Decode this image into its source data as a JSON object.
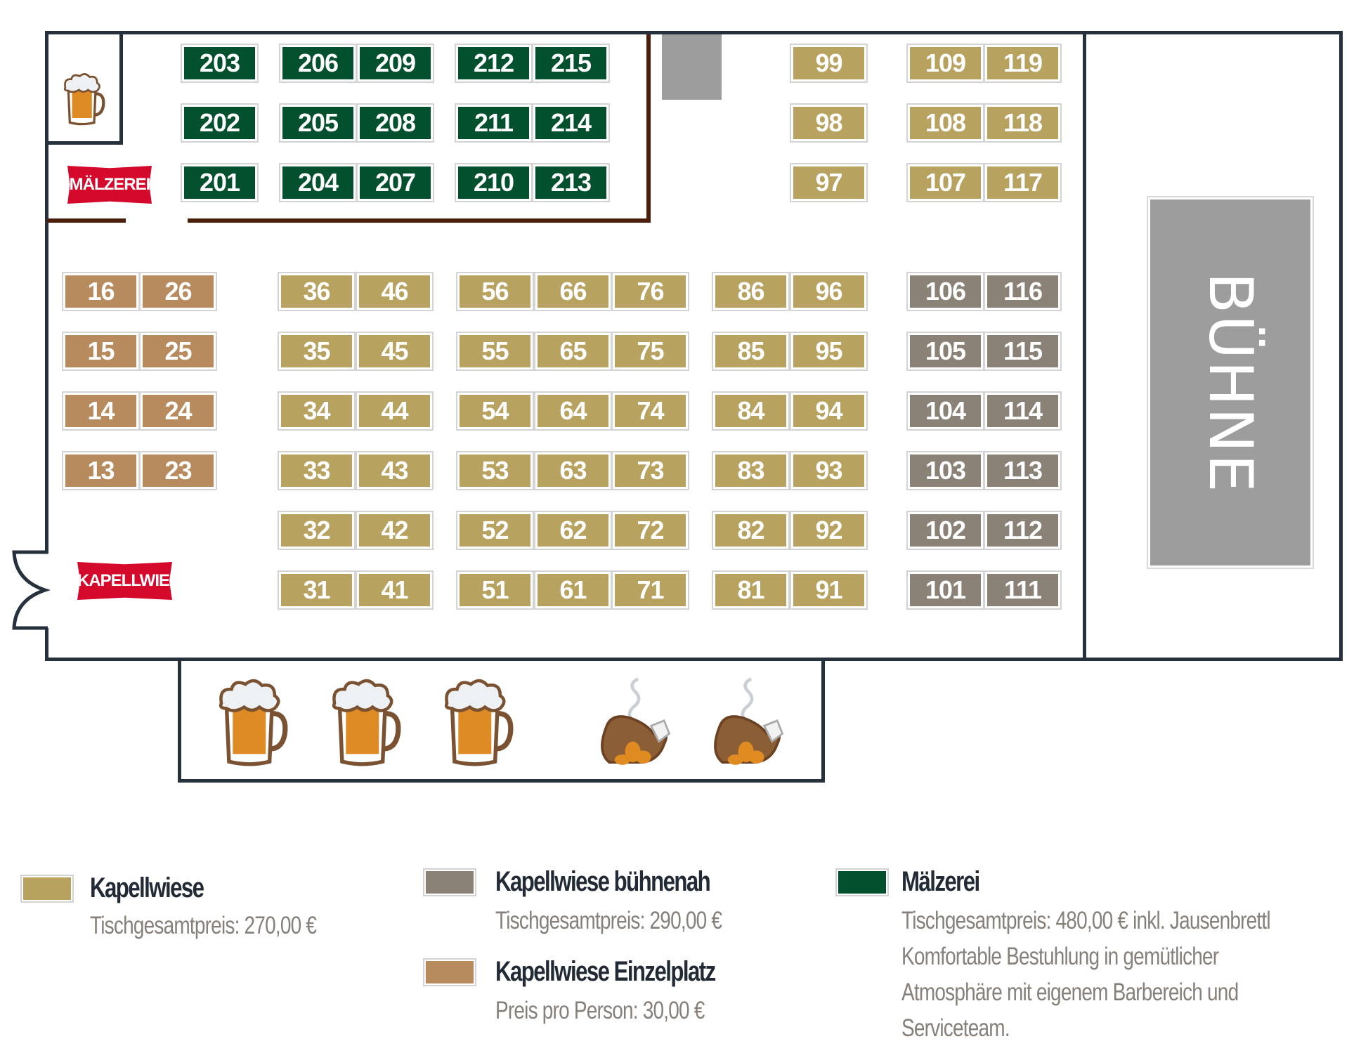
{
  "colors": {
    "kapellwiese": "#b8a25f",
    "kapellwiese_buehnenah": "#8a8177",
    "kapellwiese_einzelplatz": "#b78b5e",
    "maelzerei": "#03502f",
    "sign_red": "#d4092b",
    "stage_gray": "#9d9d9d",
    "wall": "#26313c",
    "maelzerei_wall": "#4a1e0a"
  },
  "areas": {
    "maelzerei_sign": "MÄLZEREI",
    "kapellwiese_sign": "KAPELLWIESE",
    "stage_label": "BÜHNE"
  },
  "tables": {
    "maelzerei": [
      {
        "id": "203"
      },
      {
        "id": "206"
      },
      {
        "id": "209"
      },
      {
        "id": "212"
      },
      {
        "id": "215"
      },
      {
        "id": "202"
      },
      {
        "id": "205"
      },
      {
        "id": "208"
      },
      {
        "id": "211"
      },
      {
        "id": "214"
      },
      {
        "id": "201"
      },
      {
        "id": "204"
      },
      {
        "id": "207"
      },
      {
        "id": "210"
      },
      {
        "id": "213"
      }
    ],
    "kapellwiese_top": [
      {
        "id": "99"
      },
      {
        "id": "109"
      },
      {
        "id": "119"
      },
      {
        "id": "98"
      },
      {
        "id": "108"
      },
      {
        "id": "118"
      },
      {
        "id": "97"
      },
      {
        "id": "107"
      },
      {
        "id": "117"
      }
    ],
    "einzelplatz": [
      {
        "id": "16"
      },
      {
        "id": "26"
      },
      {
        "id": "15"
      },
      {
        "id": "25"
      },
      {
        "id": "14"
      },
      {
        "id": "24"
      },
      {
        "id": "13"
      },
      {
        "id": "23"
      }
    ],
    "kapellwiese_main": [
      {
        "id": "36"
      },
      {
        "id": "46"
      },
      {
        "id": "56"
      },
      {
        "id": "66"
      },
      {
        "id": "76"
      },
      {
        "id": "86"
      },
      {
        "id": "96"
      },
      {
        "id": "35"
      },
      {
        "id": "45"
      },
      {
        "id": "55"
      },
      {
        "id": "65"
      },
      {
        "id": "75"
      },
      {
        "id": "85"
      },
      {
        "id": "95"
      },
      {
        "id": "34"
      },
      {
        "id": "44"
      },
      {
        "id": "54"
      },
      {
        "id": "64"
      },
      {
        "id": "74"
      },
      {
        "id": "84"
      },
      {
        "id": "94"
      },
      {
        "id": "33"
      },
      {
        "id": "43"
      },
      {
        "id": "53"
      },
      {
        "id": "63"
      },
      {
        "id": "73"
      },
      {
        "id": "83"
      },
      {
        "id": "93"
      },
      {
        "id": "32"
      },
      {
        "id": "42"
      },
      {
        "id": "52"
      },
      {
        "id": "62"
      },
      {
        "id": "72"
      },
      {
        "id": "82"
      },
      {
        "id": "92"
      },
      {
        "id": "31"
      },
      {
        "id": "41"
      },
      {
        "id": "51"
      },
      {
        "id": "61"
      },
      {
        "id": "71"
      },
      {
        "id": "81"
      },
      {
        "id": "91"
      }
    ],
    "buehnenah": [
      {
        "id": "106"
      },
      {
        "id": "116"
      },
      {
        "id": "105"
      },
      {
        "id": "115"
      },
      {
        "id": "104"
      },
      {
        "id": "114"
      },
      {
        "id": "103"
      },
      {
        "id": "113"
      },
      {
        "id": "102"
      },
      {
        "id": "112"
      },
      {
        "id": "101"
      },
      {
        "id": "111"
      }
    ]
  },
  "service_icons": [
    "beer-mug-icon",
    "beer-mug-icon",
    "beer-mug-icon",
    "roast-chicken-icon",
    "roast-chicken-icon"
  ],
  "legend": [
    {
      "key": "kapellwiese",
      "title": "Kapellwiese",
      "lines": [
        "Tischgesamtpreis: 270,00 €"
      ]
    },
    {
      "key": "kapellwiese_buehnenah",
      "title": "Kapellwiese bühnenah",
      "lines": [
        "Tischgesamtpreis: 290,00 €"
      ]
    },
    {
      "key": "kapellwiese_einzelplatz",
      "title": "Kapellwiese Einzelplatz",
      "lines": [
        "Preis pro Person: 30,00 €"
      ]
    },
    {
      "key": "maelzerei",
      "title": "Mälzerei",
      "lines": [
        "Tischgesamtpreis: 480,00 € inkl. Jausenbrettl",
        "Komfortable Bestuhlung in gemütlicher",
        "Atmosphäre mit eigenem Barbereich und",
        "Serviceteam."
      ]
    }
  ]
}
